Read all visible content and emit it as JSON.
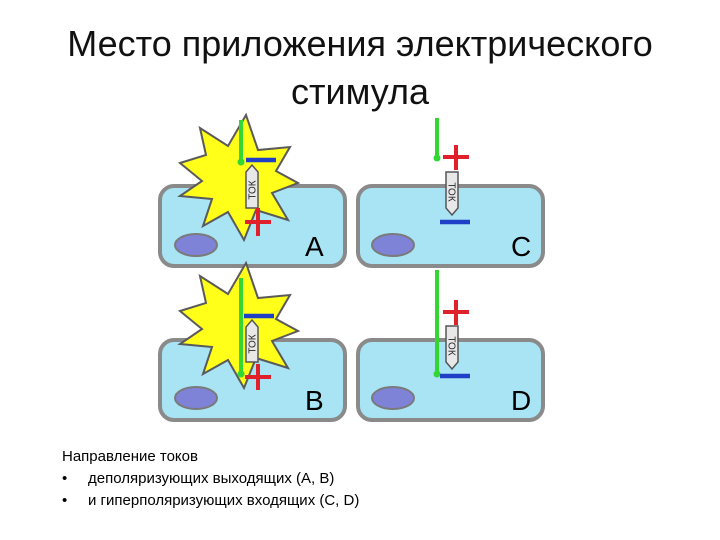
{
  "title": {
    "line1": "Место приложения электрического",
    "line2": "стимула"
  },
  "panels": [
    {
      "letter": "A",
      "arrow_label": "ТОК",
      "direction": "up"
    },
    {
      "letter": "C",
      "arrow_label": "ТОК",
      "direction": "down"
    },
    {
      "letter": "B",
      "arrow_label": "ТОК",
      "direction": "up"
    },
    {
      "letter": "D",
      "arrow_label": "ТОК",
      "direction": "down"
    }
  ],
  "caption": {
    "heading": "Направление токов",
    "bullet": "•",
    "items": [
      "деполяризующих выходящих (A, B)",
      "и гиперполяризующих входящих (C, D)"
    ]
  },
  "colors": {
    "cell_fill": "#a8e4f4",
    "cell_stroke": "#8a8a8a",
    "nucleus": "#7f83d8",
    "electrode": "#33d633",
    "plus": "#e0202a",
    "minus": "#1f3fc6",
    "burst": "#ffff1a"
  }
}
